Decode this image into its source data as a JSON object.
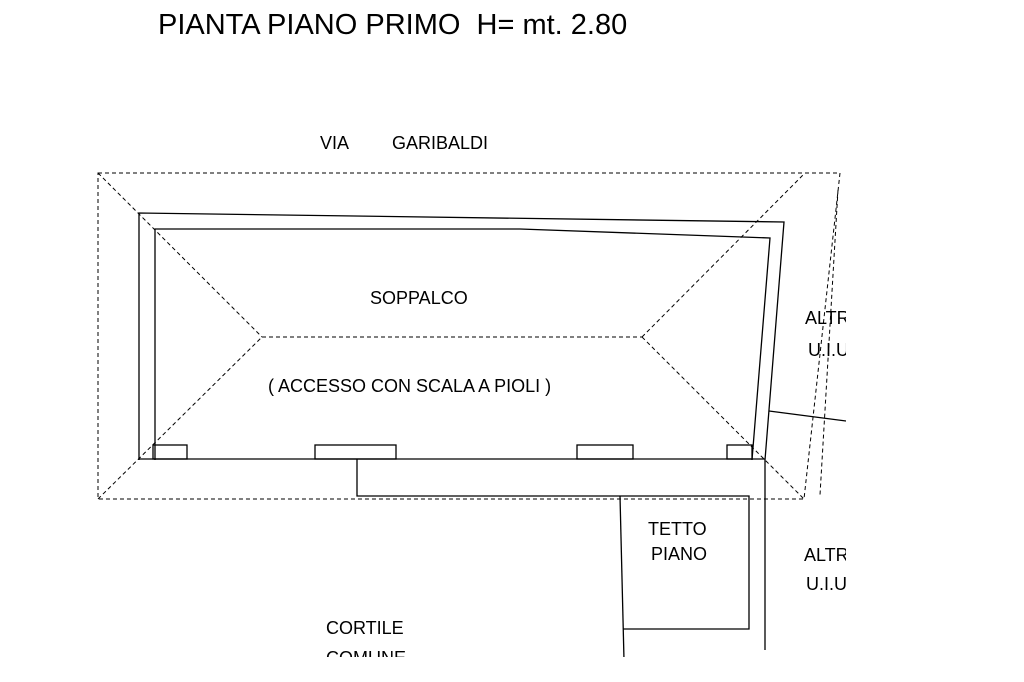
{
  "title": "PIANTA PIANO PRIMO  H= mt. 2.80",
  "street": {
    "word1": "VIA",
    "word2": "GARIBALDI"
  },
  "rooms": {
    "soppalco": "SOPPALCO",
    "access_note": "( ACCESSO CON SCALA A PIOLI )",
    "roof_line1": "TETTO",
    "roof_line2": "PIANO",
    "courtyard_line1": "CORTILE",
    "courtyard_line2": "COMUNE"
  },
  "neighbors": {
    "upper_line1": "ALTRA",
    "upper_line2": "U.I.U.",
    "lower_line1": "ALTRA",
    "lower_line2": "U.I.U."
  },
  "colors": {
    "line": "#000000",
    "background": "#ffffff"
  }
}
